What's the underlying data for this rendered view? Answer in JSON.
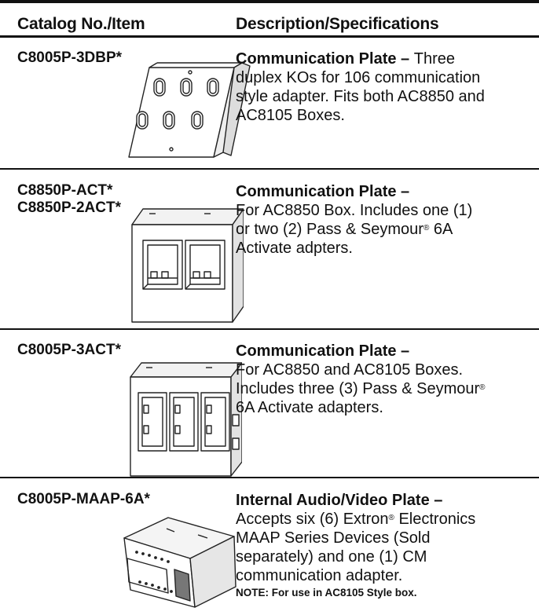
{
  "header": {
    "catalog_label": "Catalog No./Item",
    "description_label": "Description/Specifications"
  },
  "rows": [
    {
      "catalog": [
        "C8005P-3DBP*"
      ],
      "title": "Communication Plate",
      "title_sep": " – ",
      "title_tail": "Three",
      "lines": [
        "duplex KOs for 106 communication",
        "style adapter. Fits both AC8850 and",
        "AC8105 Boxes."
      ],
      "illustration": "three-duplex-plate-illustration"
    },
    {
      "catalog": [
        "C8850P-ACT*",
        "C8850P-2ACT*"
      ],
      "title": "Communication Plate",
      "title_sep": " –",
      "lines": [
        "For AC8850 Box. Includes one (1)",
        "or two (2) Pass & Seymour",
        "Activate adpters."
      ],
      "line2_tail": " 6A",
      "registered": "®",
      "illustration": "two-activate-plate-illustration"
    },
    {
      "catalog": [
        "C8005P-3ACT*"
      ],
      "title": "Communication Plate",
      "title_sep": " –",
      "lines": [
        "For AC8850 and AC8105 Boxes.",
        "Includes three (3) Pass & Seymour",
        "6A Activate adapters."
      ],
      "registered": "®",
      "illustration": "three-activate-plate-illustration"
    },
    {
      "catalog": [
        "C8005P-MAAP-6A*"
      ],
      "title": "Internal Audio/Video Plate",
      "title_sep": " –",
      "lines": [
        "Accepts six (6) Extron",
        "MAAP Series Devices (Sold",
        "separately) and one (1) CM",
        "communication adapter."
      ],
      "line1_tail": " Electronics",
      "registered": "®",
      "note": "NOTE: For use in AC8105 Style box.",
      "illustration": "audio-video-plate-illustration"
    }
  ]
}
